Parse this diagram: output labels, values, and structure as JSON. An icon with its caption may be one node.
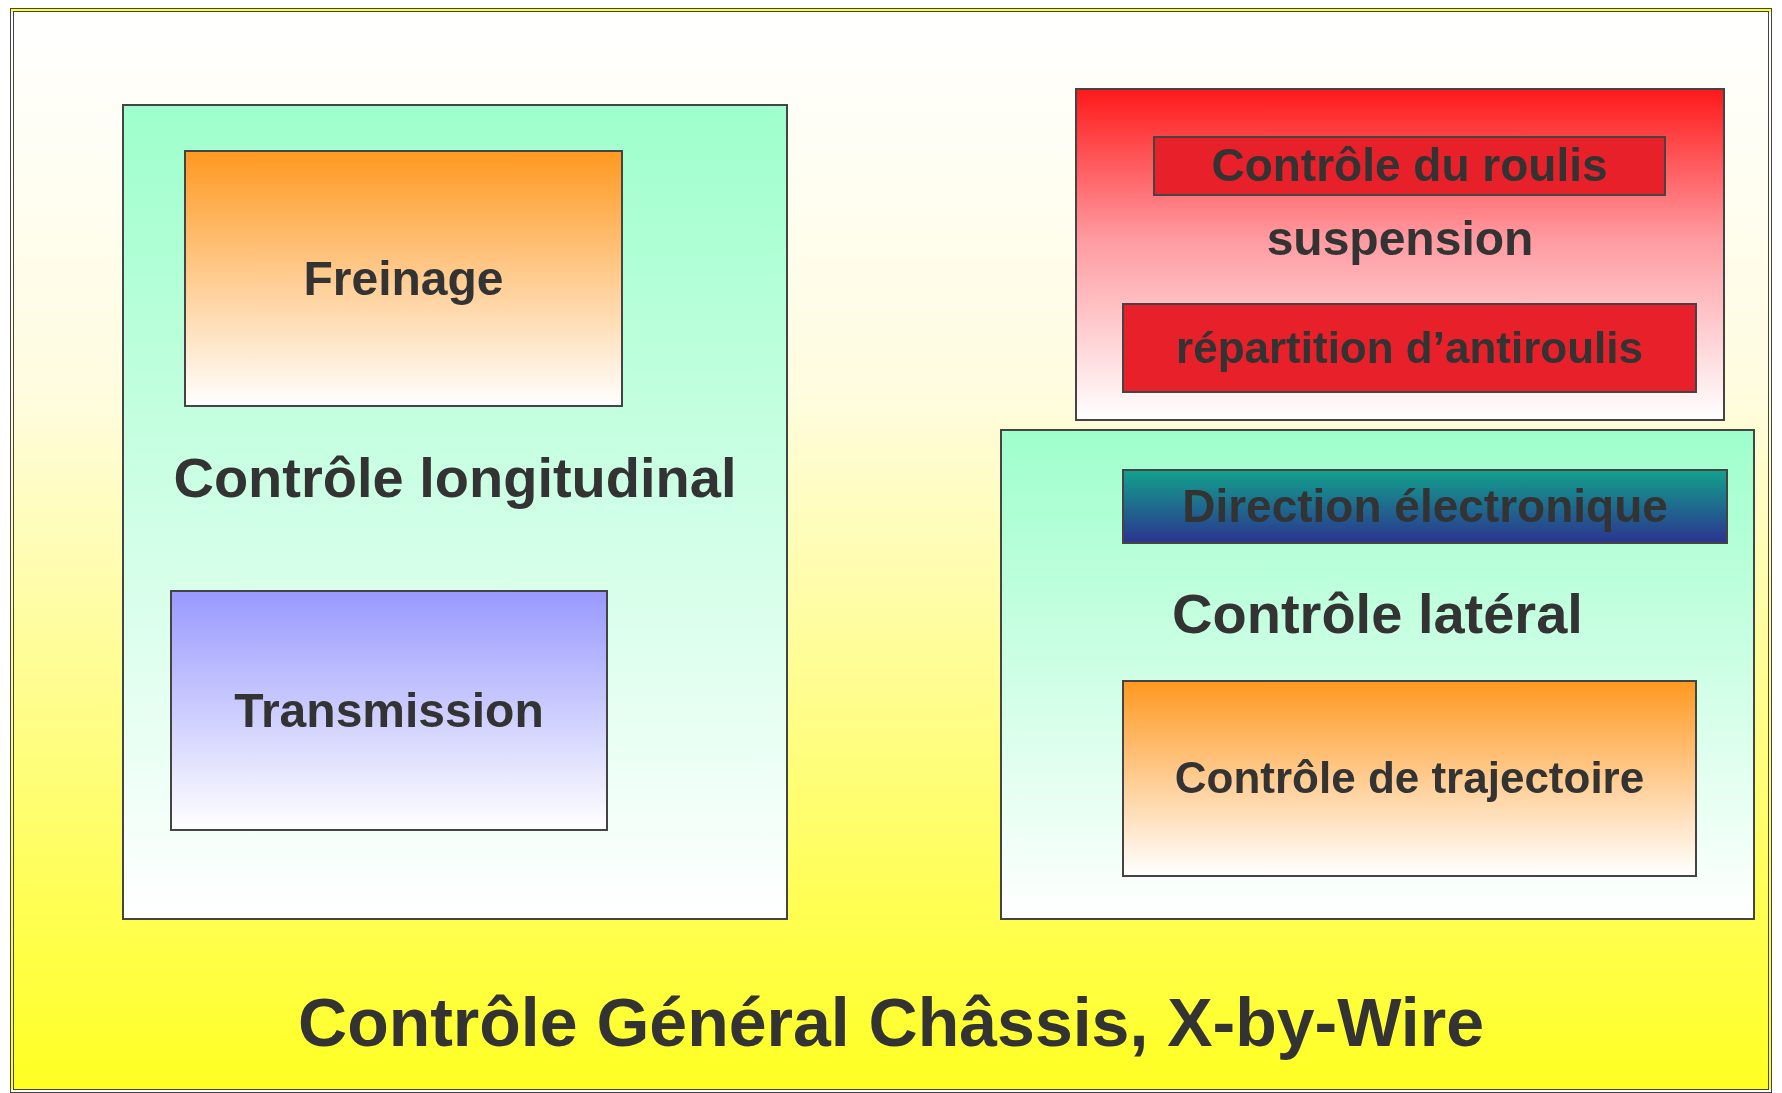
{
  "diagram": {
    "nodes": [
      {
        "text": [
          "Contrôle Général Châssis, X-by-Wire"
        ]
      },
      {
        "text": [
          "Contrôle longitudinal"
        ],
        "in": 0
      },
      {
        "text": [
          "Freinage"
        ],
        "in": 1
      },
      {
        "text": [
          "Transmission"
        ],
        "in": 1
      },
      {
        "text": [
          "Contrôle latéral"
        ],
        "in": 0
      },
      {
        "text": [
          "suspension"
        ],
        "in": 0
      },
      {
        "text": [
          "Contrôle du roulis"
        ],
        "in": 5
      },
      {
        "text": [
          "répartition d’antiroulis"
        ],
        "in": 5
      },
      {
        "text": [
          "Direction électronique"
        ],
        "in": 4
      },
      {
        "text": [
          "Contrôle de trajectoire"
        ],
        "in": 4
      }
    ]
  }
}
